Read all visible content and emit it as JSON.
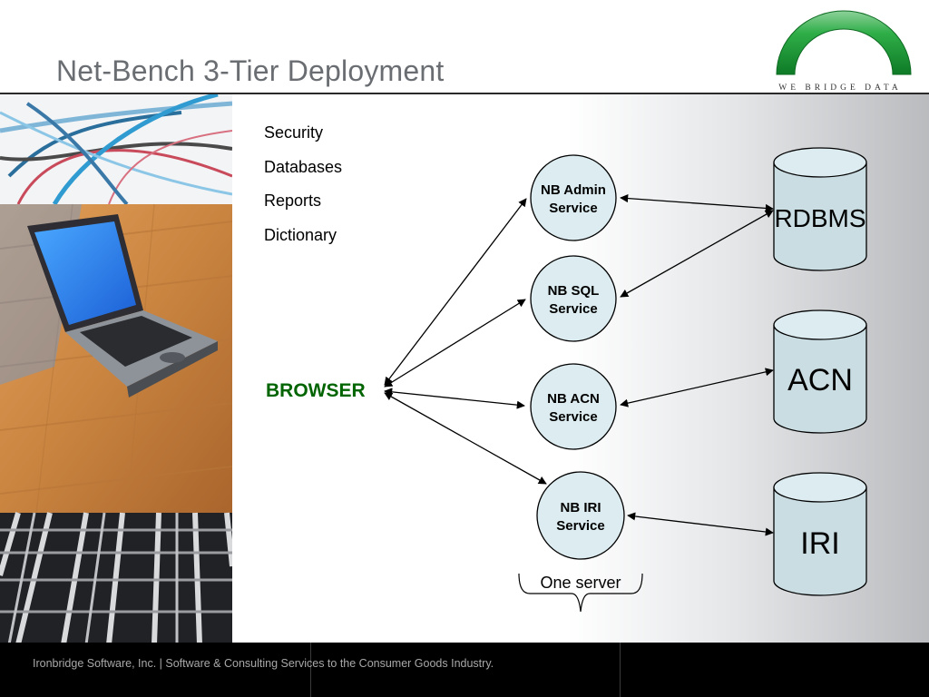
{
  "slide": {
    "title": "Net-Bench 3-Tier Deployment",
    "logo_tagline": "WE BRIDGE DATA"
  },
  "features": [
    "Security",
    "Databases",
    "Reports",
    "Dictionary"
  ],
  "diagram": {
    "client": "BROWSER",
    "services": [
      {
        "line1": "NB Admin",
        "line2": "Service"
      },
      {
        "line1": "NB SQL",
        "line2": "Service"
      },
      {
        "line1": "NB ACN",
        "line2": "Service"
      },
      {
        "line1": "NB IRI",
        "line2": "Service"
      }
    ],
    "databases": [
      "RDBMS",
      "ACN",
      "IRI"
    ],
    "server_group_label": "One server"
  },
  "footer": {
    "text": "Ironbridge Software, Inc. | Software & Consulting Services to the Consumer Goods Industry."
  },
  "colors": {
    "title": "#6a6e72",
    "browser_label": "#006400",
    "service_fill": "#dcecf0",
    "database_fill": "#c9dde3",
    "logo_green": "#1e9a34",
    "footer_bg": "#000000"
  }
}
